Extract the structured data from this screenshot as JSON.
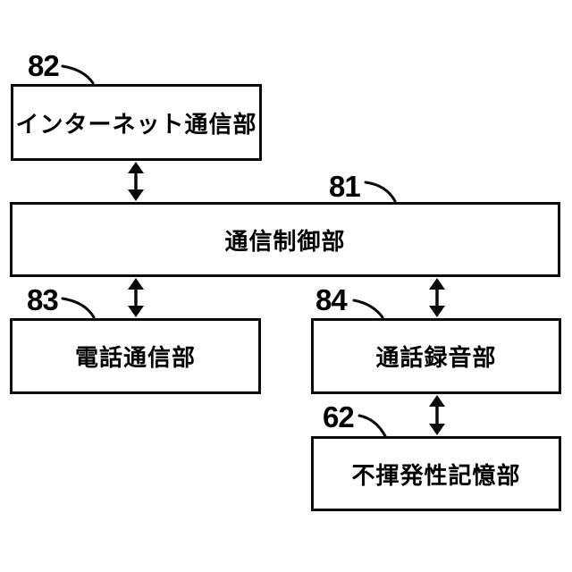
{
  "figure": {
    "background_color": "#ffffff",
    "line_color": "#0a0a0a",
    "boxes": [
      {
        "ref": "82",
        "label": "インターネット通信部"
      },
      {
        "ref": "81",
        "label": "通信制御部"
      },
      {
        "ref": "83",
        "label": "電話通信部"
      },
      {
        "ref": "84",
        "label": "通話録音部"
      },
      {
        "ref": "62",
        "label": "不揮発性記憶部"
      }
    ],
    "connections": [
      {
        "from": "82",
        "to": "81",
        "type": "double-headed-arrow"
      },
      {
        "from": "81",
        "to": "83",
        "type": "double-headed-arrow"
      },
      {
        "from": "81",
        "to": "84",
        "type": "double-headed-arrow"
      },
      {
        "from": "84",
        "to": "62",
        "type": "double-headed-arrow"
      }
    ]
  }
}
